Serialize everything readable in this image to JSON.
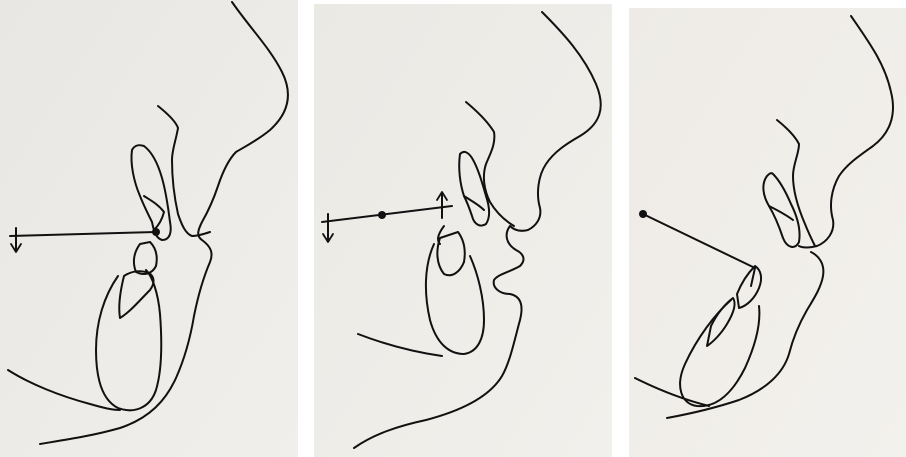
{
  "figure": {
    "panels": [
      {
        "id": "panel-1",
        "paper_color": "#eceae6"
      },
      {
        "id": "panel-2",
        "paper_color": "#eeece7"
      },
      {
        "id": "panel-3",
        "paper_color": "#efede9"
      }
    ],
    "ink_color": "#111111"
  }
}
